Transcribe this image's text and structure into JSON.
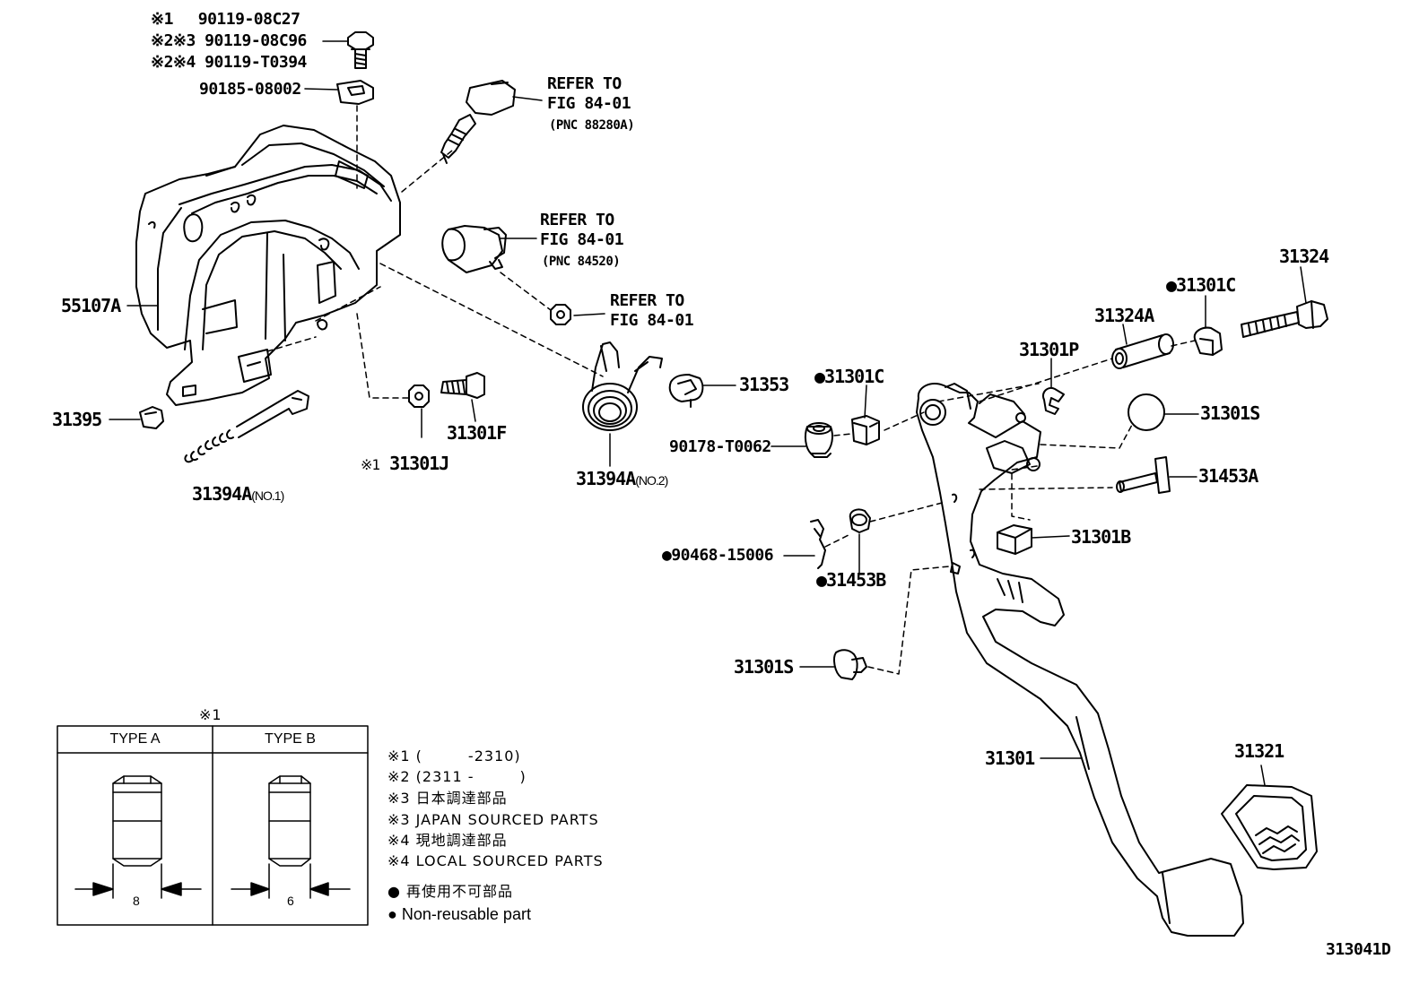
{
  "callouts": {
    "c_bolt_1": "※1　 90119-08C27",
    "c_bolt_2": "※2※3 90119-08C96",
    "c_bolt_3": "※2※4 90119-T0394",
    "c_clip": "90185-08002",
    "c_ref1_a": "REFER TO",
    "c_ref1_b": "FIG 84-01",
    "c_ref1_c": "(PNC 88280A)",
    "c_ref2_a": "REFER TO",
    "c_ref2_b": "FIG 84-01",
    "c_ref2_c": "(PNC 84520)",
    "c_ref3_a": "REFER TO",
    "c_ref3_b": "FIG 84-01",
    "c_55107a": "55107A",
    "c_31395": "31395",
    "c_31394a1": "31394A",
    "c_31394a1_sub": "(NO.1)",
    "c_31301j": "31301J",
    "c_31301j_mark": "※1",
    "c_31301f": "31301F",
    "c_31394a2": "31394A",
    "c_31394a2_sub": "(NO.2)",
    "c_31353": "31353",
    "c_31301c_a": "●31301C",
    "c_90178": "90178-T0062",
    "c_31324a": "31324A",
    "c_31301c_b": "●31301C",
    "c_31324": "31324",
    "c_31301p": "31301P",
    "c_31301s_a": "31301S",
    "c_31453a": "31453A",
    "c_31301b": "31301B",
    "c_90468": "●90468-15006",
    "c_31453b": "●31453B",
    "c_31301s_b": "31301S",
    "c_31301": "31301",
    "c_31321": "31321",
    "figure_code": "313041D"
  },
  "type_table": {
    "mark": "※1",
    "type_a": "TYPE A",
    "type_b": "TYPE B",
    "dim_a": "8",
    "dim_b": "6"
  },
  "notes": [
    "※1 (　　　-2310)",
    "※2 (2311 -　　　)",
    "※3 日本調達部品",
    "※3 JAPAN SOURCED PARTS",
    "※4 現地調達部品",
    "※4 LOCAL SOURCED PARTS"
  ],
  "legend": {
    "jp": "● 再使用不可部品",
    "en": "● Non-reusable part"
  }
}
